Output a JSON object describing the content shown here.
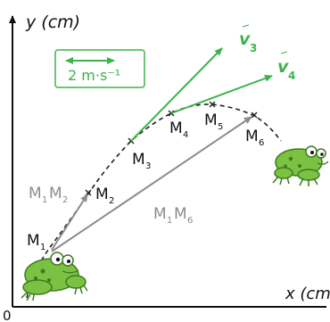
{
  "axes": {
    "y_label": "y (cm)",
    "x_label": "x (cm)",
    "origin": "0"
  },
  "scale": {
    "label": "2 m·s⁻¹",
    "color": "#3cb44b"
  },
  "points": {
    "M1": {
      "letter": "M",
      "sub": "1"
    },
    "M2": {
      "letter": "M",
      "sub": "2"
    },
    "M3": {
      "letter": "M",
      "sub": "3"
    },
    "M4": {
      "letter": "M",
      "sub": "4"
    },
    "M5": {
      "letter": "M",
      "sub": "5"
    },
    "M6": {
      "letter": "M",
      "sub": "6"
    }
  },
  "vectors": {
    "v3": {
      "letter": "v",
      "sub": "3",
      "color": "#3cb44b"
    },
    "v4": {
      "letter": "v",
      "sub": "4",
      "color": "#3cb44b"
    },
    "M1M2": {
      "a": "M",
      "a_sub": "1",
      "b": "M",
      "b_sub": "2",
      "color": "#8c8c8c"
    },
    "M1M6": {
      "a": "M",
      "a_sub": "1",
      "b": "M",
      "b_sub": "6",
      "color": "#8c8c8c"
    }
  },
  "colors": {
    "frog_body": "#7cc242",
    "frog_dark": "#3d7a1f",
    "trajectory": "#222222",
    "axis": "#111111"
  }
}
